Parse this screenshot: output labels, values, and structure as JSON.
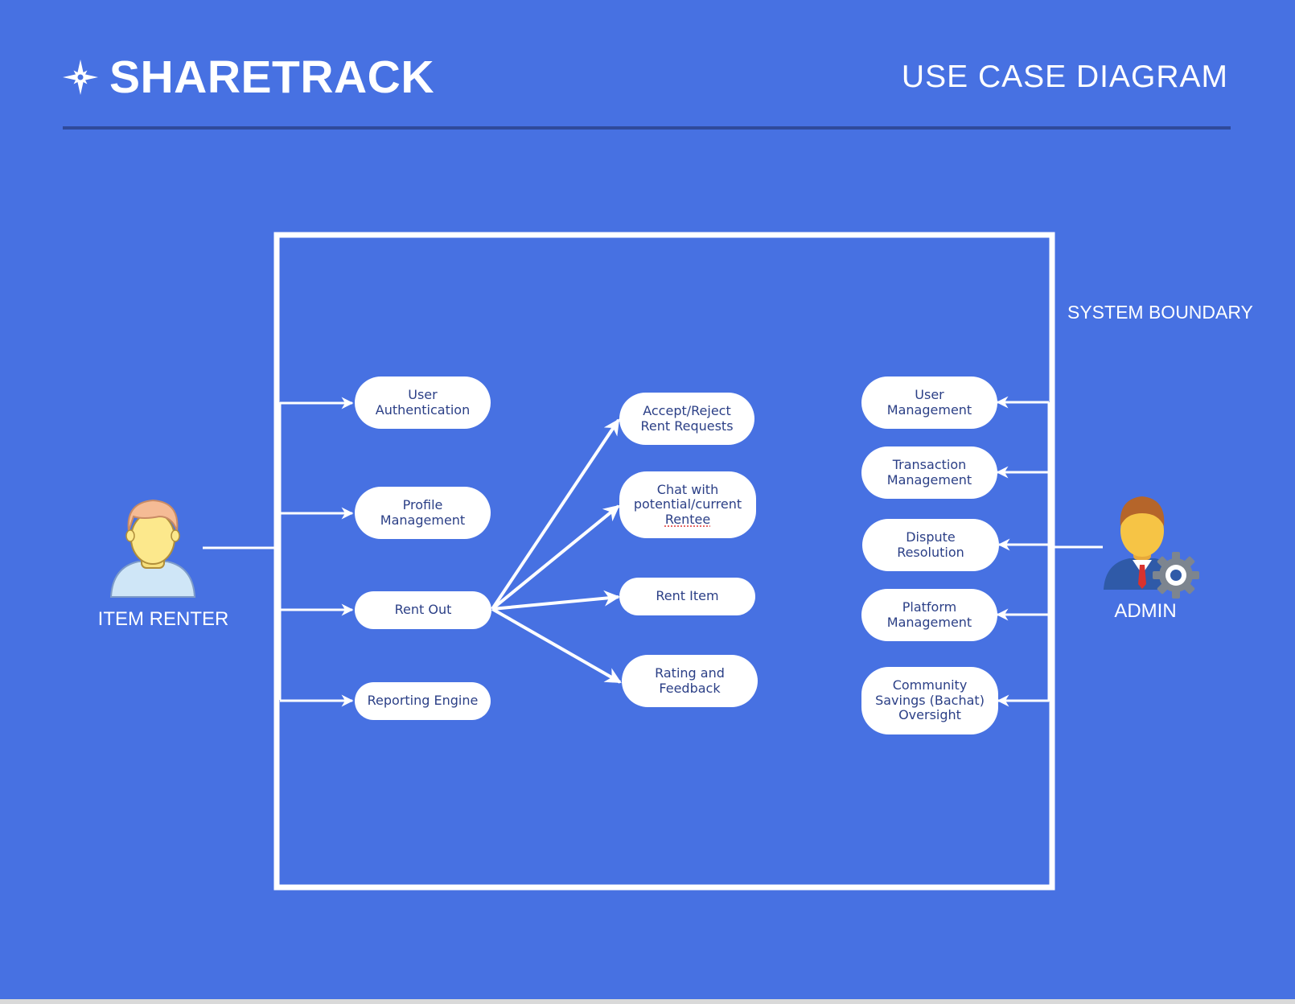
{
  "header": {
    "brand": "SHARETRACK",
    "title": "USE CASE DIAGRAM"
  },
  "boundary_label": "SYSTEM BOUNDARY",
  "actors": {
    "renter": "ITEM RENTER",
    "admin": "ADMIN"
  },
  "use_cases": {
    "user_authentication": "User\nAuthentication",
    "profile_management": "Profile\nManagement",
    "rent_out": "Rent Out",
    "reporting_engine": "Reporting Engine",
    "accept_reject": "Accept/Reject\nRent Requests",
    "chat_line1": "Chat with\npotential/current",
    "chat_line2": "Rentee",
    "rent_item": "Rent Item",
    "rating_feedback": "Rating and\nFeedback",
    "user_management": "User\nManagement",
    "transaction_management": "Transaction\nManagement",
    "dispute_resolution": "Dispute\nResolution",
    "platform_management": "Platform\nManagement",
    "community_savings": "Community\nSavings (Bachat)\nOversight"
  },
  "colors": {
    "background": "#4771e2",
    "line": "#ffffff",
    "usecase_text": "#2b3f86",
    "header_rule": "#2f4a9b"
  },
  "icons": {
    "logo": "compass-star-icon",
    "renter": "user-avatar-icon",
    "admin": "admin-gear-avatar-icon"
  }
}
